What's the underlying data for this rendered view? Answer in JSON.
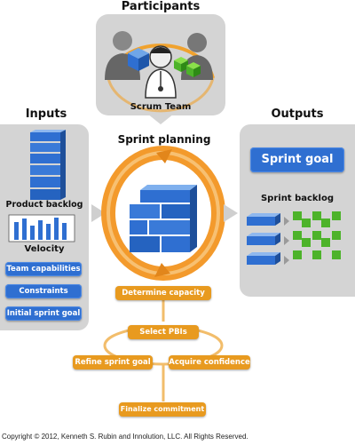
{
  "participants": {
    "title": "Participants",
    "team_label": "Scrum Team"
  },
  "inputs": {
    "title": "Inputs",
    "product_backlog_label": "Product backlog",
    "velocity_label": "Velocity",
    "buttons": [
      "Team capabilities",
      "Constraints",
      "Initial sprint goal"
    ]
  },
  "center": {
    "title": "Sprint planning"
  },
  "outputs": {
    "title": "Outputs",
    "sprint_goal": "Sprint goal",
    "sprint_backlog_label": "Sprint backlog"
  },
  "process": {
    "steps": [
      "Determine capacity",
      "Select PBIs",
      "Refine sprint goal",
      "Acquire confidence",
      "Finalize commitment"
    ]
  },
  "copyright": "Copyright © 2012, Kenneth S. Rubin and Innolution, LLC. All Rights Reserved.",
  "colors": {
    "panel": "#d4d4d4",
    "blue": "#2f6fd1",
    "orange": "#e89a1f"
  }
}
